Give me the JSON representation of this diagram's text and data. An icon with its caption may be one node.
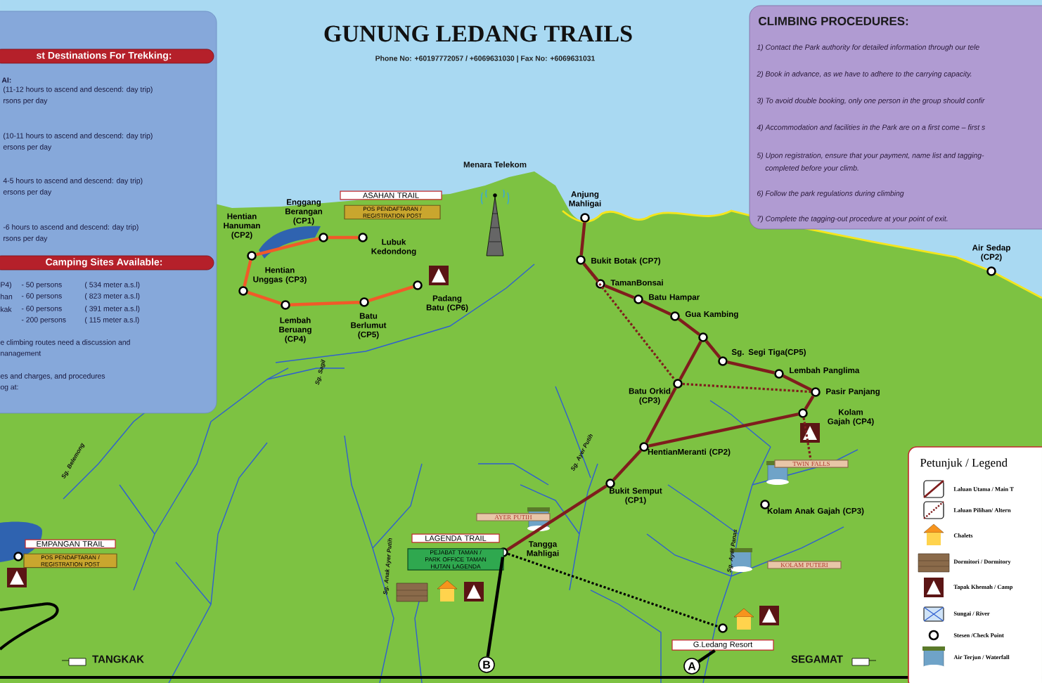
{
  "diagram": {
    "title": "GUNUNG LEDANG TRAILS",
    "nodes": [
      {
        "text": [],
        "shape": "circle",
        "beside": [
          "Hentian Hanuman (CP2)"
        ]
      },
      {
        "text": [],
        "shape": "circle",
        "beside": [
          "Enggang Berangan (CP1)"
        ]
      },
      {
        "text": [],
        "shape": "circle",
        "beside": [
          "Lubuk Kedondong"
        ]
      },
      {
        "text": [],
        "shape": "circle",
        "beside": [
          "Hentian Unggas (CP3)"
        ]
      },
      {
        "text": [],
        "shape": "circle",
        "beside": [
          "Lembah Beruang (CP4)"
        ]
      },
      {
        "text": [],
        "shape": "circle",
        "beside": [
          "Batu Berlumut (CP5)"
        ]
      },
      {
        "text": [],
        "shape": "circle",
        "beside": [
          "Padang Batu (CP6)"
        ]
      },
      {
        "text": [],
        "shape": "circle",
        "beside": [
          "Anjung Mahligai"
        ]
      },
      {
        "text": [],
        "shape": "circle",
        "beside": [
          "Bukit Botak (CP7)"
        ]
      },
      {
        "text": [],
        "shape": "circle",
        "beside": [
          "TamanBonsai"
        ]
      },
      {
        "text": [],
        "shape": "circle",
        "beside": [
          "Batu Hampar"
        ]
      },
      {
        "text": [],
        "shape": "circle",
        "beside": [
          "Gua Kambing"
        ]
      },
      {
        "text": [],
        "shape": "circle"
      },
      {
        "text": [],
        "shape": "circle",
        "beside": [
          "Sg. Segi Tiga(CP5)"
        ]
      },
      {
        "text": [],
        "shape": "circle",
        "beside": [
          "Lembah Panglima"
        ]
      },
      {
        "text": [],
        "shape": "circle",
        "beside": [
          "Pasir Panjang"
        ]
      },
      {
        "text": [],
        "shape": "circle",
        "beside": [
          "Kolam Gajah (CP4)"
        ]
      },
      {
        "text": [],
        "shape": "circle",
        "beside": [
          "Batu Orkid (CP3)"
        ]
      },
      {
        "text": [],
        "shape": "circle",
        "beside": [
          "HentianMeranti (CP2)"
        ]
      },
      {
        "text": [],
        "shape": "circle",
        "beside": [
          "Bukit Semput (CP1)"
        ]
      },
      {
        "text": [],
        "shape": "circle",
        "beside": [
          "Tangga Mahligai"
        ]
      },
      {
        "text": [],
        "shape": "circle",
        "beside": [
          "Air Sedap (CP2)"
        ]
      },
      {
        "text": [],
        "shape": "circle",
        "beside": [
          "Kolam Anak Gajah (CP3)"
        ]
      },
      {
        "text": [],
        "shape": "circle"
      },
      {
        "text": [
          "G.Ledang Resort"
        ]
      },
      {
        "text": [
          "A"
        ]
      },
      {
        "text": [
          "B"
        ]
      },
      {
        "text": [
          "TWIN FALLS"
        ]
      },
      {
        "text": [
          "AYER PUTIH"
        ]
      },
      {
        "text": [
          "KOLAM PUTERI"
        ]
      },
      {
        "text": [
          "ASAHAN TRAIL"
        ]
      },
      {
        "text": [
          "POS PENDAFTARAN / REGISTRATION POST"
        ]
      },
      {
        "text": [
          "LAGENDA TRAIL"
        ]
      },
      {
        "text": [
          "PEJABAT TAMAN / PARK OFFICE TAMAN HUTAN LAGENDA"
        ]
      },
      {
        "text": [
          "EMPANGAN TRAIL"
        ]
      },
      {
        "text": [
          "POS PENDAFTARAN / REGISTRATION POST"
        ]
      },
      {
        "text": [],
        "shape": "circle"
      }
    ],
    "edges": [
      {
        "from": 0,
        "to": 1,
        "arrow": "none",
        "color": "#f15a29"
      },
      {
        "from": 1,
        "to": 2,
        "arrow": "none",
        "color": "#f15a29"
      },
      {
        "from": 0,
        "to": 3,
        "arrow": "none",
        "color": "#f15a29"
      },
      {
        "from": 3,
        "to": 4,
        "arrow": "none",
        "color": "#f15a29"
      },
      {
        "from": 4,
        "to": 5,
        "arrow": "none",
        "color": "#f15a29"
      },
      {
        "from": 5,
        "to": 6,
        "arrow": "none",
        "color": "#f15a29"
      },
      {
        "from": 7,
        "to": 8,
        "arrow": "none"
      },
      {
        "from": 8,
        "to": 9,
        "arrow": "none"
      },
      {
        "from": 9,
        "to": 10,
        "arrow": "none"
      },
      {
        "from": 10,
        "to": 11,
        "arrow": "none"
      },
      {
        "from": 11,
        "to": 12,
        "arrow": "none"
      },
      {
        "from": 12,
        "to": 13,
        "arrow": "none"
      },
      {
        "from": 13,
        "to": 14,
        "arrow": "none"
      },
      {
        "from": 14,
        "to": 15,
        "arrow": "none"
      },
      {
        "from": 15,
        "to": 16,
        "arrow": "none"
      },
      {
        "from": 12,
        "to": 17,
        "arrow": "none"
      },
      {
        "from": 17,
        "to": 18,
        "arrow": "none"
      },
      {
        "from": 18,
        "to": 16,
        "arrow": "none"
      },
      {
        "from": 18,
        "to": 19,
        "arrow": "none"
      },
      {
        "from": 19,
        "to": 20,
        "arrow": "none"
      },
      {
        "from": 8,
        "to": 17,
        "arrow": "none",
        "style": "dashed"
      },
      {
        "from": 17,
        "to": 15,
        "arrow": "none",
        "style": "dashed"
      },
      {
        "from": 16,
        "to": 27,
        "arrow": "none",
        "style": "dashed"
      },
      {
        "from": 20,
        "to": 23,
        "arrow": "none",
        "style": "dashed",
        "color": "#000000"
      },
      {
        "from": 20,
        "to": 26,
        "arrow": "none",
        "color": "#000000"
      },
      {
        "from": 24,
        "to": 25,
        "arrow": "none",
        "color": "#000000"
      }
    ],
    "labels": [
      "Phone No: +60197772057 / +6069631030 | Fax No: +6069631031",
      "st Destinations For Trekking:",
      "AI:",
      "(11-12 hours to ascend and descend: day trip)",
      "rsons per day",
      "(10-11 hours to ascend and descend: day trip)",
      "ersons per day",
      "4-5 hours to ascend and descend: day trip)",
      "ersons per day",
      "-6 hours to ascend and descend: day trip)",
      "rsons per day",
      "Camping Sites Available:",
      "P4)",
      "- 50 persons",
      "( 534 meter a.s.l)",
      "han",
      "- 60 persons",
      "( 823 meter a.s.l)",
      "kak",
      "- 60 persons",
      "( 391 meter a.s.l)",
      "- 200 persons",
      "( 115 meter a.s.l)",
      "e climbing routes need a discussion and",
      "nanagement",
      "es and charges, and procedures",
      "og at:",
      "CLIMBING PROCEDURES:",
      "1) Contact the Park authority for detailed information through our tele",
      "2) Book in advance, as we have to adhere to the carrying capacity.",
      "3) To avoid double booking, only one person in the group should confir",
      "4) Accommodation and facilities in the Park are on a first come – first s",
      "5) Upon registration, ensure that your payment, name list and tagging-",
      "completed before your climb.",
      "6) Follow the park regulations during climbing",
      "7) Complete the tagging-out procedure at your point of exit.",
      "Menara Telekom",
      "Sg. Sagil",
      "Sg. Belemong",
      "Sg. Anak Ayer Putih",
      "Sg. Ayer Putih",
      "Sg. Ayer Panas",
      "TANGKAK",
      "SEGAMAT"
    ],
    "legend": [
      {
        "text": "Petunjuk / Legend"
      },
      {
        "text": "Laluan Utama / Main T"
      },
      {
        "text": "Laluan Pilihan/ Altern"
      },
      {
        "text": "Chalets"
      },
      {
        "text": "Dormitori / Dormitory"
      },
      {
        "text": "Tapak Khemah / Camp"
      },
      {
        "text": "Sungai / River"
      },
      {
        "text": "Stesen /Check Point"
      },
      {
        "text": "Air Terjun / Waterfall"
      }
    ]
  }
}
